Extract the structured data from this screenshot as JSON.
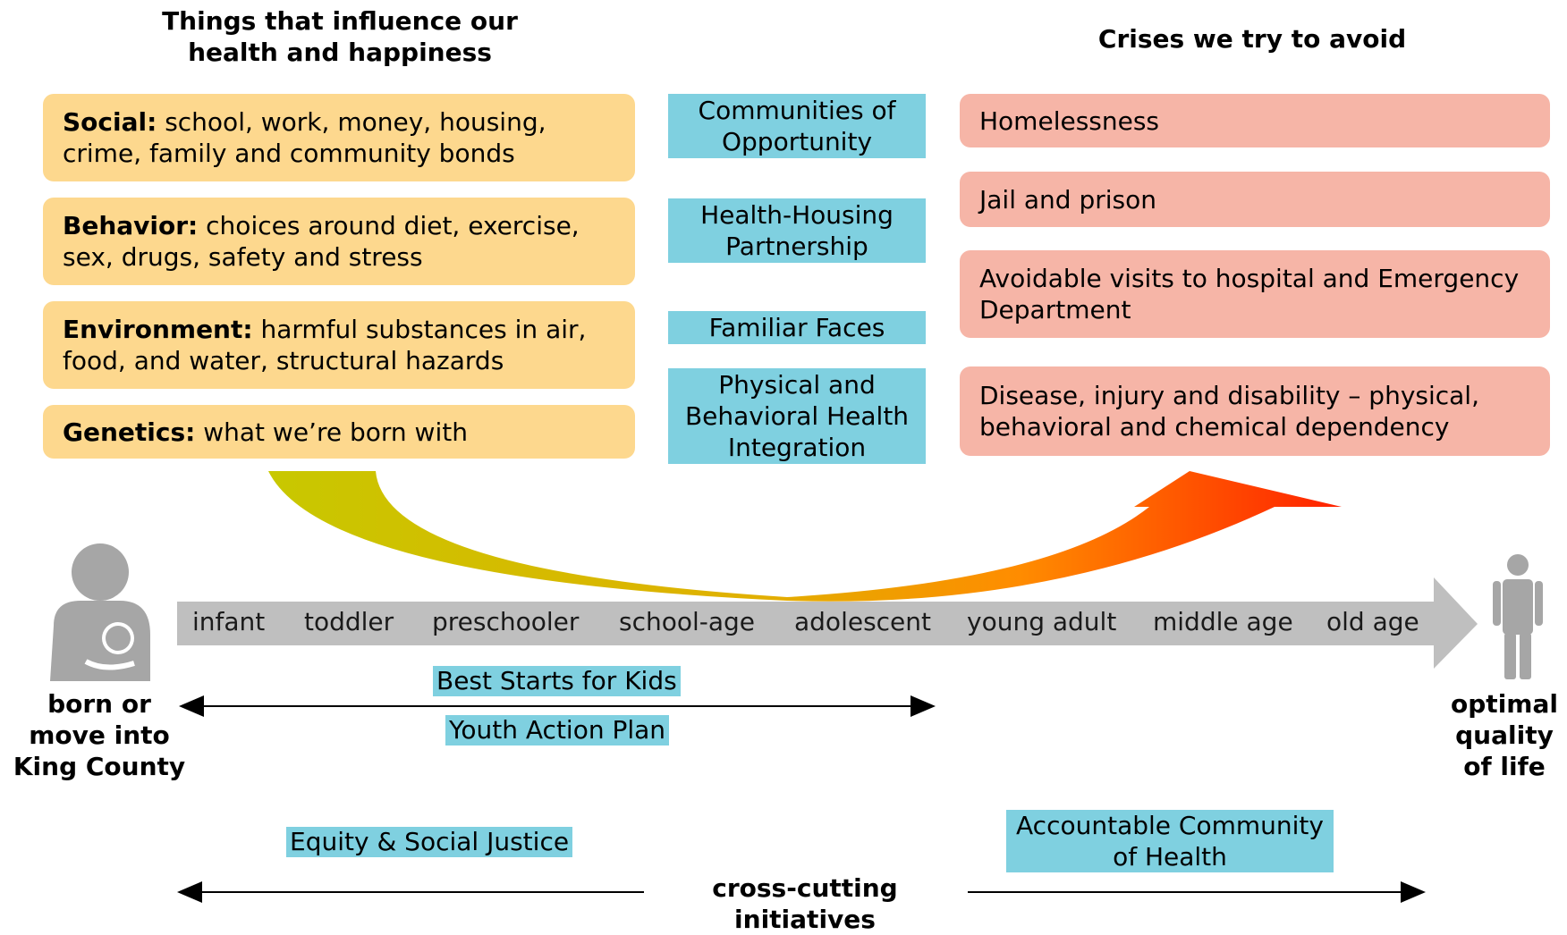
{
  "headings": {
    "influence": "Things that influence our health and happiness",
    "crises": "Crises we try to avoid"
  },
  "influences": [
    {
      "label": "Social:",
      "text": " school, work, money, housing, crime, family and community bonds"
    },
    {
      "label": "Behavior:",
      "text": " choices around diet, exercise, sex, drugs, safety and stress"
    },
    {
      "label": "Environment:",
      "text": " harmful substances in air, food, and water, structural hazards"
    },
    {
      "label": "Genetics:",
      "text": " what we’re born with"
    }
  ],
  "middle_initiatives": [
    "Communities of Opportunity",
    "Health-Housing Partnership",
    "Familiar Faces",
    "Physical and Behavioral Health Integration"
  ],
  "crises": [
    "Homelessness",
    "Jail and prison",
    "Avoidable visits to hospital and Emergency Department",
    "Disease, injury and disability – physical, behavioral and chemical dependency"
  ],
  "life_stages": [
    "infant",
    "toddler",
    "preschooler",
    "school-age",
    "adolescent",
    "young adult",
    "middle age",
    "old age"
  ],
  "start_label": "born or move into King County",
  "end_label": "optimal quality of life",
  "youth_initiatives": [
    "Best Starts for Kids",
    "Youth Action Plan"
  ],
  "cross_cutting": {
    "label": "cross-cutting initiatives",
    "left": "Equity & Social Justice",
    "right": "Accountable Community of Health"
  },
  "colors": {
    "influence_box": "#fdd88e",
    "initiative_box": "#7fd0e0",
    "crisis_box": "#f6b5a7",
    "timeline_arrow": "#bfbfbf",
    "curve_start": "#c8c800",
    "curve_end": "#ff2200",
    "icon_gray": "#a6a6a6"
  },
  "icons": {
    "start": "parent-with-baby-icon",
    "end": "person-standing-icon"
  }
}
